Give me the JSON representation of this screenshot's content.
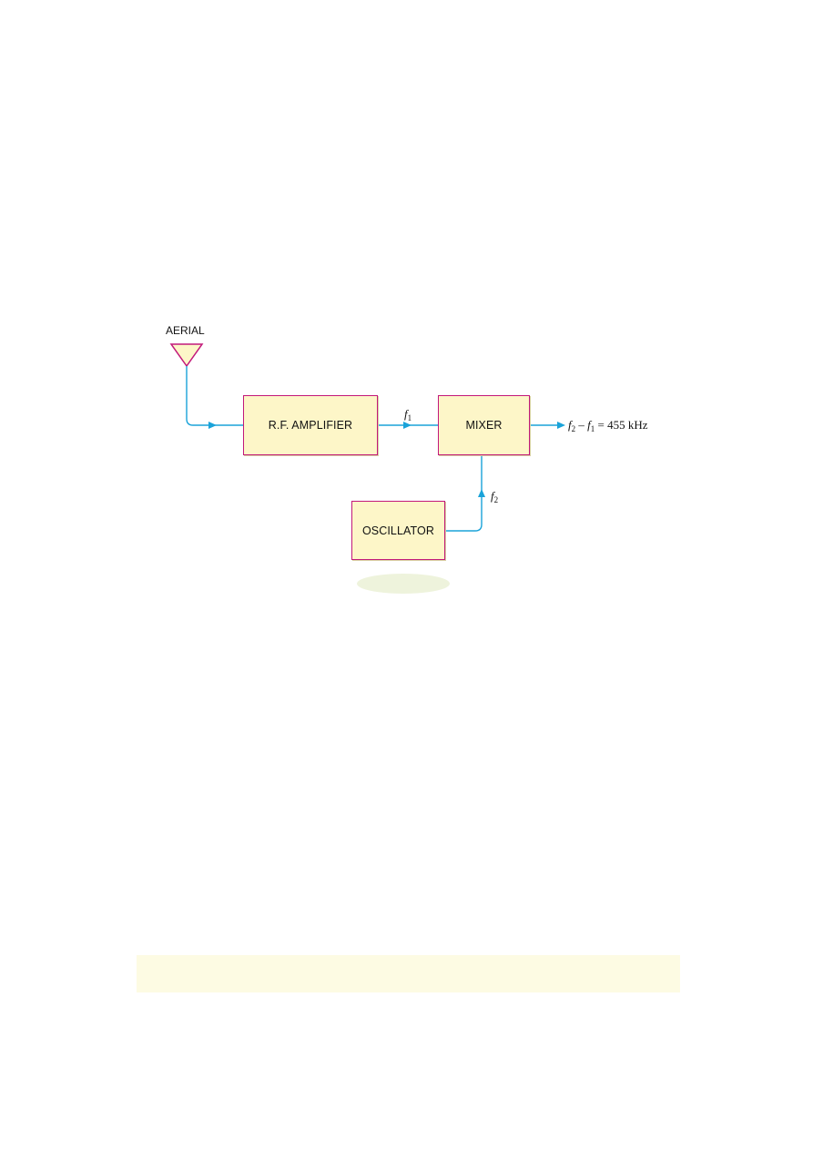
{
  "diagram": {
    "aerial_label": "AERIAL",
    "blocks": {
      "rf_amplifier": "R.F. AMPLIFIER",
      "mixer": "MIXER",
      "oscillator": "OSCILLATOR"
    },
    "signals": {
      "f1": {
        "symbol": "f",
        "subscript": "1"
      },
      "f2": {
        "symbol": "f",
        "subscript": "2"
      },
      "output": {
        "a_symbol": "f",
        "a_subscript": "2",
        "minus": " – ",
        "b_symbol": "f",
        "b_subscript": "1",
        "rhs": " = 455 kHz"
      }
    },
    "colors": {
      "wire": "#1aa3d9",
      "block_fill": "#fdf6c8",
      "block_border": "#c2187a",
      "antenna_fill": "#fdf6c8",
      "shadow_ellipse": "#eef3dc",
      "note_band": "#fdfbe3"
    }
  }
}
